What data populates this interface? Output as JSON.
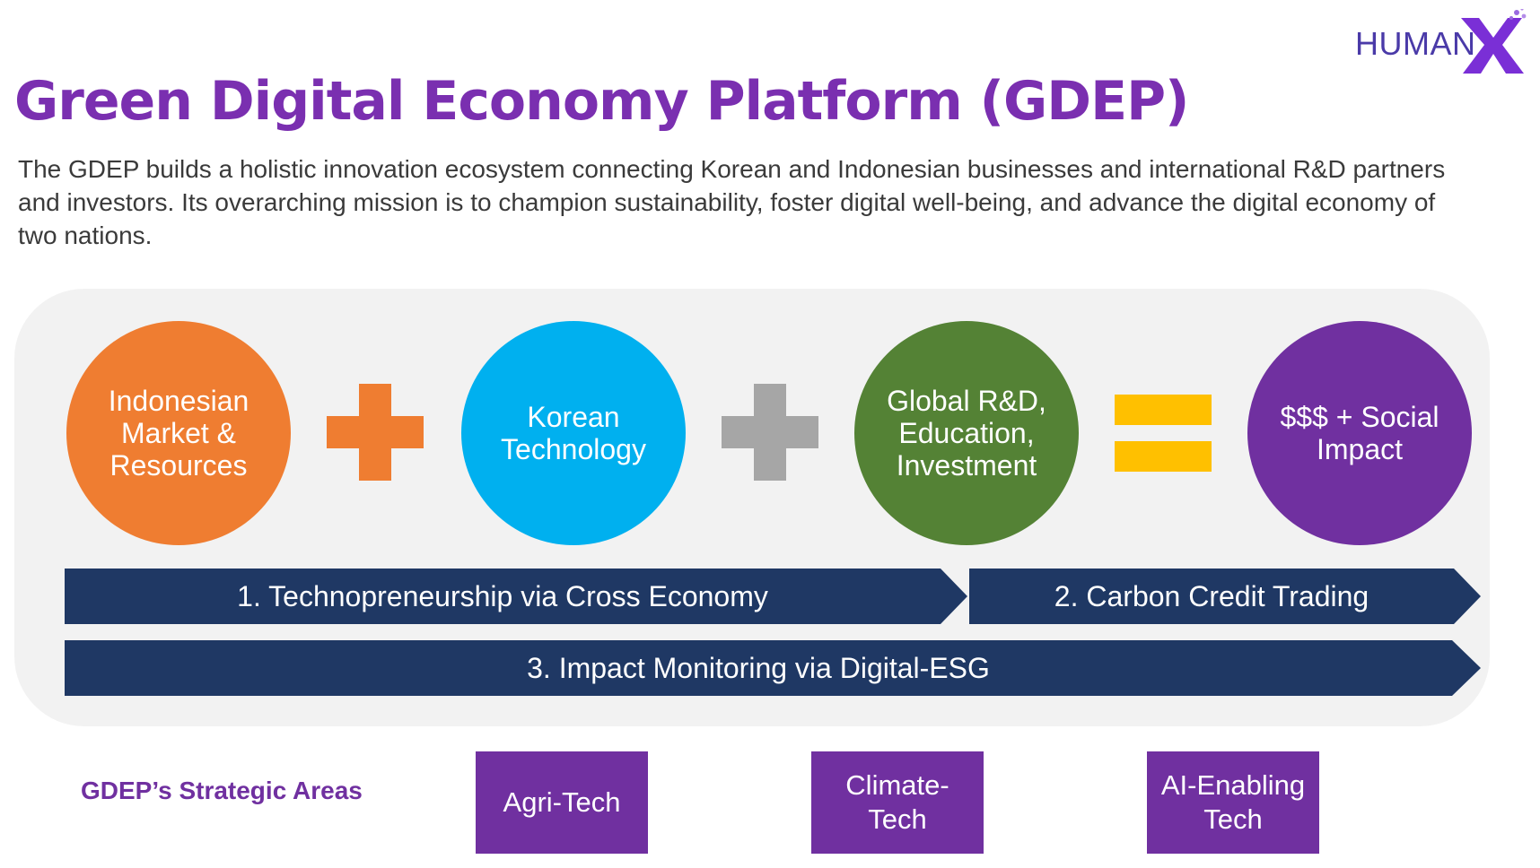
{
  "brand": {
    "logo_text": "HUMAN",
    "logo_mark": "X"
  },
  "header": {
    "title": "Green Digital Economy Platform (GDEP)",
    "description": "The GDEP builds a holistic innovation ecosystem connecting Korean and Indonesian businesses and international R&D partners and investors. Its overarching mission is to champion sustainability, foster digital well-being, and advance the digital economy of two nations."
  },
  "equation": {
    "items": [
      {
        "label": "Indonesian Market & Resources",
        "color": "#ef7d31"
      },
      {
        "label": "Korean Technology",
        "color": "#00b0ef"
      },
      {
        "label": "Global R&D, Education, Investment",
        "color": "#548235"
      },
      {
        "label": "$$$ + Social Impact",
        "color": "#7030a0"
      }
    ],
    "operators": [
      {
        "icon": "plus-icon",
        "color": "#ef7d31"
      },
      {
        "icon": "plus-icon",
        "color": "#a6a6a6"
      },
      {
        "icon": "equals-icon",
        "color": "#ffc000"
      }
    ]
  },
  "pillars": [
    {
      "label": "1. Technopreneurship via Cross Economy"
    },
    {
      "label": "2. Carbon Credit Trading"
    },
    {
      "label": "3. Impact Monitoring via Digital-ESG"
    }
  ],
  "pillar_color": "#1f3864",
  "strategic_areas": {
    "label": "GDEP’s Strategic Areas",
    "items": [
      "Agri-Tech",
      "Climate-Tech",
      "AI-Enabling Tech"
    ]
  }
}
